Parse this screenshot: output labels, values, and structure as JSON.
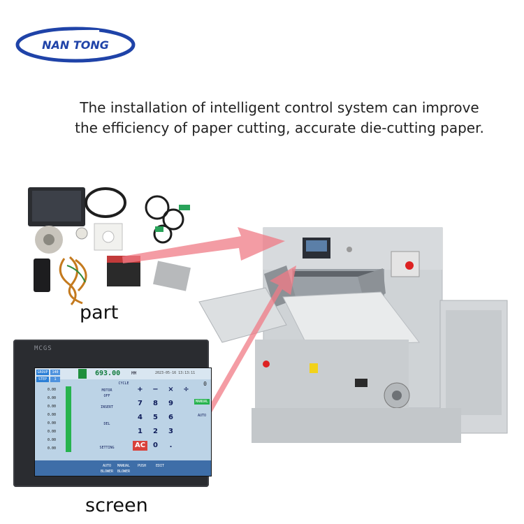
{
  "brand": {
    "logo_text": "NAN TONG",
    "logo_color": "#1f43a8"
  },
  "caption": {
    "line1": "The installation of intelligent control system can improve",
    "line2": "the efficiency of paper cutting, accurate die-cutting paper."
  },
  "labels": {
    "part": "part",
    "screen": "screen"
  },
  "hmi": {
    "brand": "MCGS",
    "group_label": "GROUP",
    "group_value": "140",
    "step_label": "STEP",
    "step_value": "1",
    "position_value": "693.00",
    "unit": "MM",
    "datetime": "2023-05-16 13:13:11",
    "zero": "0",
    "rows": [
      "0.00",
      "0.00",
      "0.00",
      "0.00",
      "0.00",
      "0.00",
      "0.00",
      "0.00"
    ],
    "side_buttons": [
      "MOTOR OFF",
      "INSERT",
      "DEL",
      "SETTING"
    ],
    "keys": [
      "+",
      "−",
      "×",
      "÷",
      "7",
      "8",
      "9",
      "4",
      "5",
      "6",
      "1",
      "2",
      "3",
      "AC",
      "0",
      "."
    ],
    "right_buttons": [
      "CYCLE",
      "MANUAL",
      "AUTO"
    ],
    "bottom_buttons": [
      "AUTO BLOWER",
      "MANUAL BLOWER",
      "PUSH",
      "EDIT"
    ]
  },
  "colors": {
    "arrow": "#f07b86",
    "machine": "#cfd3d6",
    "screen_bg": "#bcd3e6"
  }
}
